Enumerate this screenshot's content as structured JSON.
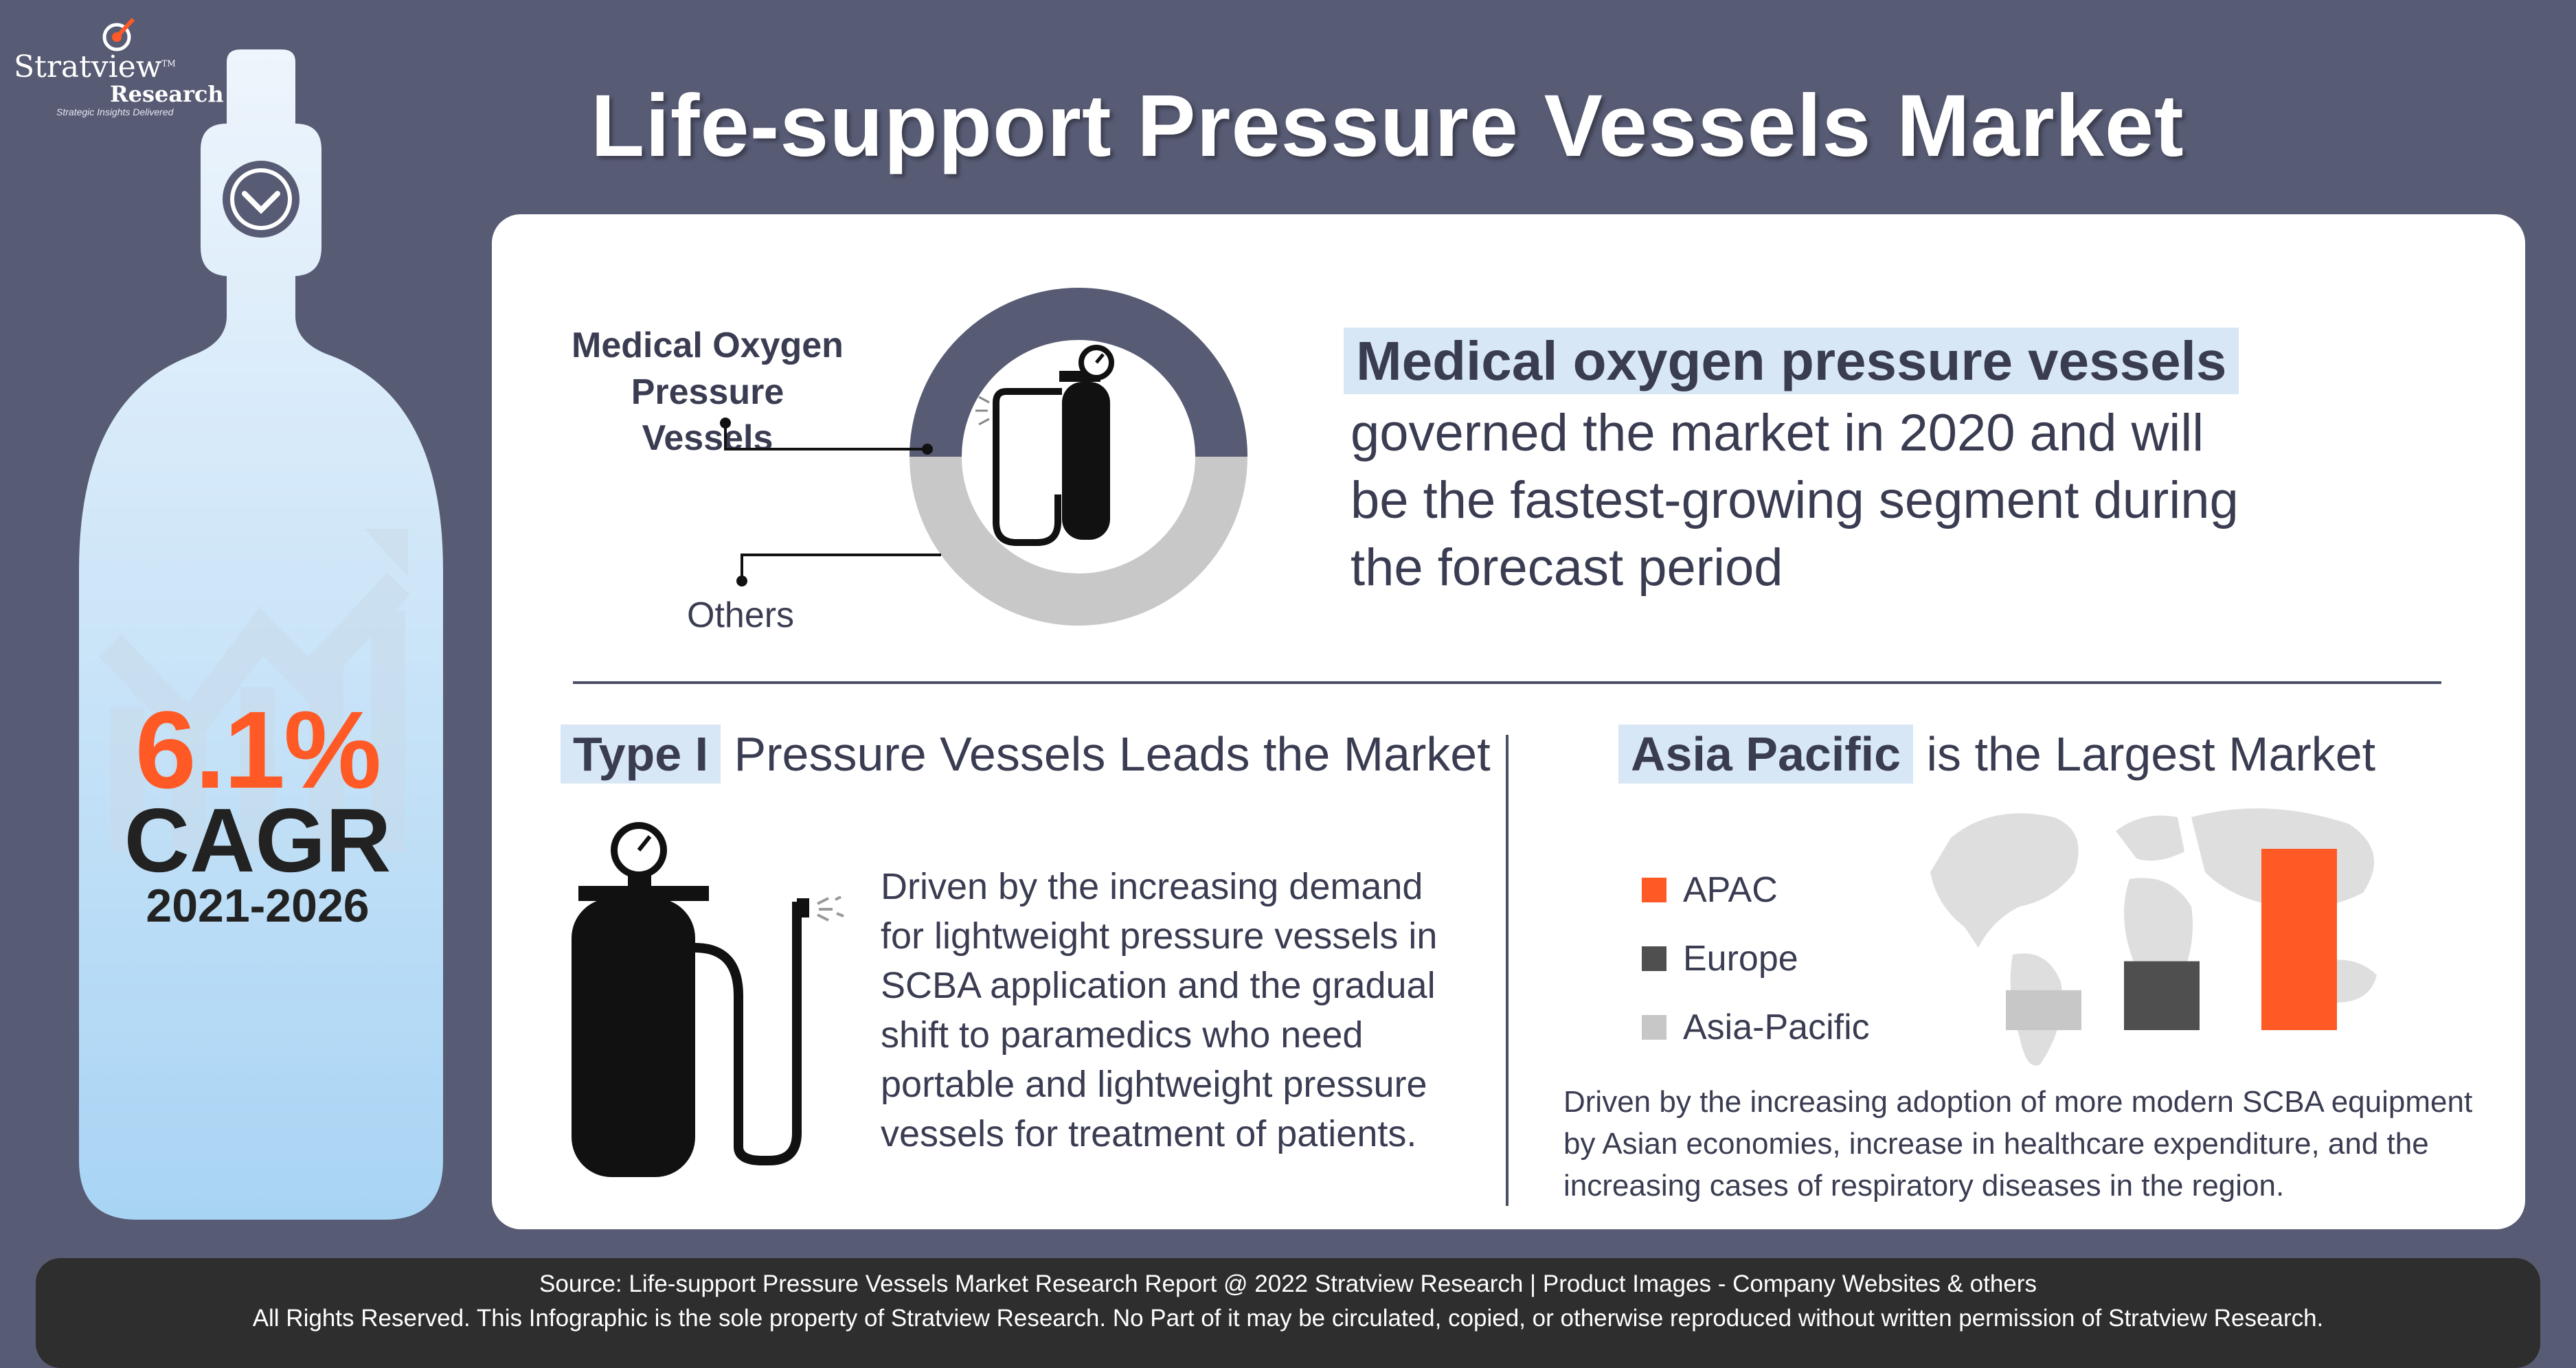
{
  "logo": {
    "line1": "Stratview",
    "line2": "Research",
    "tagline": "Strategic Insights Delivered",
    "tm": "TM"
  },
  "title": "Life-support Pressure Vessels Market",
  "cagr": {
    "value": "6.1%",
    "label": "CAGR",
    "period": "2021-2026"
  },
  "segment_chart": {
    "type": "donut",
    "labels": [
      "Medical Oxygen Pressure Vessels",
      "Others"
    ],
    "label_medical_line1": "Medical Oxygen",
    "label_medical_line2": "Pressure Vessels",
    "label_others": "Others",
    "shares": [
      0.5,
      0.5
    ],
    "colors": [
      "#575b74",
      "#c8c8c8"
    ]
  },
  "headline": {
    "highlight": "Medical oxygen pressure vessels",
    "line1": "governed the market in 2020 and will",
    "line2": "be the fastest-growing segment during",
    "line3": "the forecast period"
  },
  "type1": {
    "title_bold": "Type I",
    "title_rest": " Pressure Vessels Leads the Market",
    "body_lines": [
      "Driven by the increasing demand",
      "for lightweight pressure vessels in",
      "SCBA application and the gradual",
      "shift to paramedics who need",
      "portable and lightweight pressure",
      "vessels for treatment of patients."
    ]
  },
  "asia": {
    "title_bold": "Asia Pacific",
    "title_rest": " is the Largest Market",
    "body_lines": [
      "Driven by the increasing adoption of more modern SCBA equipment",
      "by Asian economies, increase in healthcare expenditure, and the",
      "increasing cases of respiratory diseases in the region."
    ]
  },
  "chart_data": {
    "type": "bar",
    "categories": [
      "Asia-Pacific",
      "Europe",
      "APAC"
    ],
    "values": [
      0.22,
      0.38,
      1.0
    ],
    "legend": [
      "APAC",
      "Europe",
      "Asia-Pacific"
    ],
    "colors": {
      "APAC": "#ff5a26",
      "Europe": "#4f4f4f",
      "Asia-Pacific": "#c7c7c7"
    }
  },
  "footer": {
    "line1": "Source: Life-support Pressure Vessels Market Research Report @ 2022 Stratview Research | Product Images  - Company Websites & others",
    "line2": "All Rights Reserved. This Infographic is the sole property of Stratview Research. No Part of it may be circulated, copied, or otherwise reproduced without written permission of Stratview Research."
  },
  "colors": {
    "background": "#575b74",
    "accent": "#ff5a26",
    "highlight": "#d8e7f5",
    "text": "#3a3d52"
  }
}
